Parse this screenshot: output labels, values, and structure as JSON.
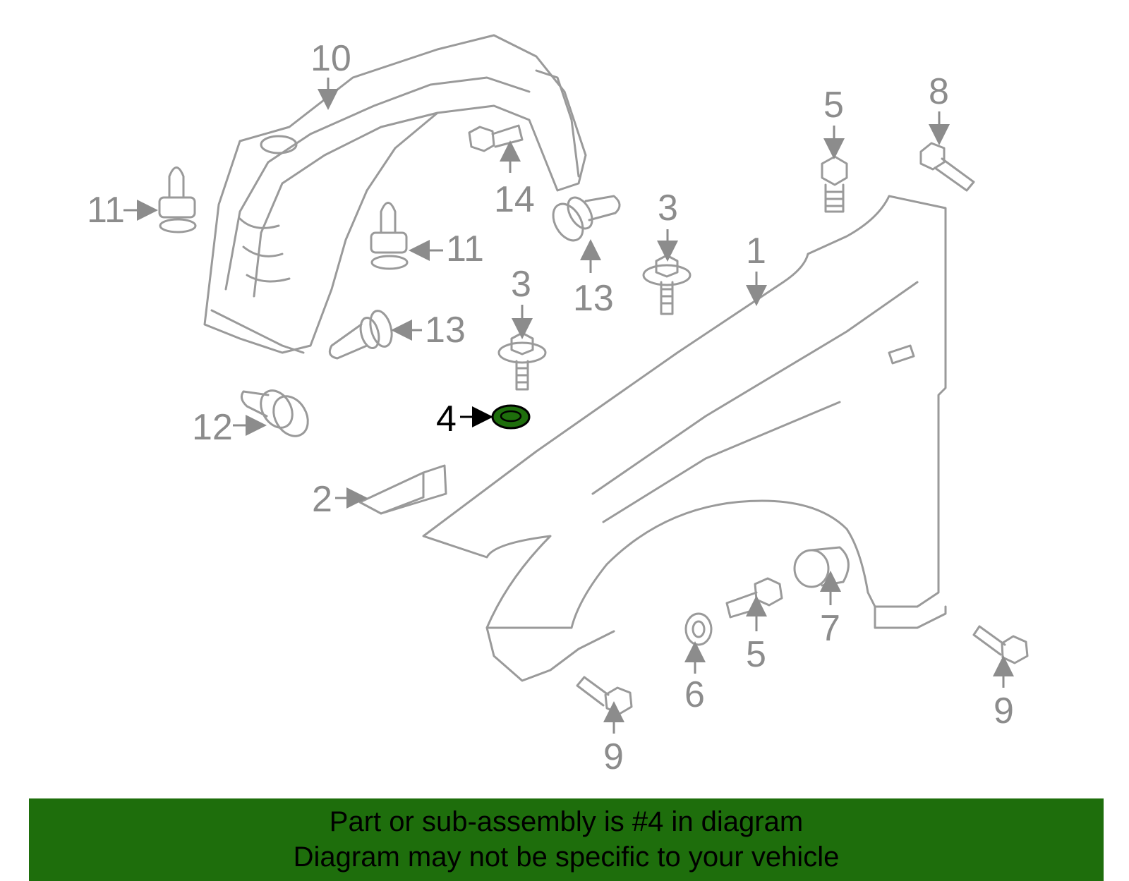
{
  "colors": {
    "line": "#9a9a9a",
    "highlight": "#1e6e0c",
    "footer_bg": "#1e6e0c",
    "footer_text": "#000000"
  },
  "highlighted_part": "4",
  "callouts": {
    "c10": "10",
    "c11a": "11",
    "c11b": "11",
    "c14": "14",
    "c13a": "13",
    "c13b": "13",
    "c3a": "3",
    "c3b": "3",
    "c5a": "5",
    "c5b": "5",
    "c8": "8",
    "c1": "1",
    "c4": "4",
    "c12": "12",
    "c2": "2",
    "c7": "7",
    "c6": "6",
    "c9a": "9",
    "c9b": "9"
  },
  "footer": {
    "line1": "Part or sub-assembly is #4 in diagram",
    "line2": "Diagram may not be specific to your vehicle"
  }
}
